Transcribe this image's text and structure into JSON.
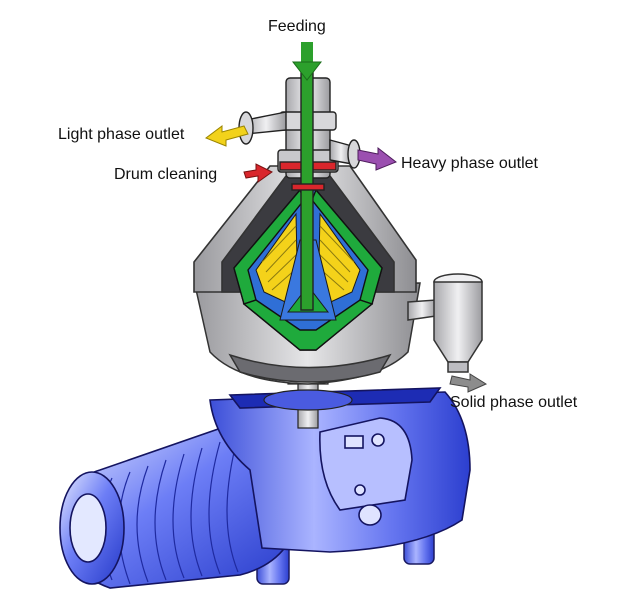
{
  "labels": {
    "feeding": "Feeding",
    "light_phase_outlet": "Light phase outlet",
    "drum_cleaning": "Drum cleaning",
    "heavy_phase_outlet": "Heavy phase outlet",
    "solid_phase_outlet": "Solid phase outlet"
  },
  "colors": {
    "feeding_arrow": "#2ca02c",
    "light_phase_arrow": "#f2d21b",
    "drum_cleaning_arrow": "#d9262c",
    "heavy_phase_arrow": "#9b4fb0",
    "solid_phase_arrow": "#8c8c8c",
    "motor_body": "#5a6cf0",
    "housing_gray": "#c9c9cc",
    "disc_stack_blue": "#2f6fd6",
    "disc_stack_yellow": "#f4d21a",
    "bowl_green": "#1faa3c"
  }
}
